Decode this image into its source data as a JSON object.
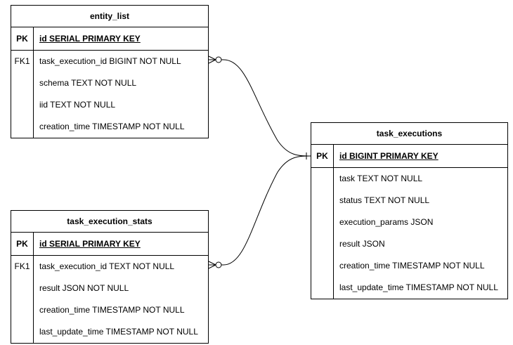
{
  "entities": {
    "entity_list": {
      "title": "entity_list",
      "pk_key": "PK",
      "pk_field": "id SERIAL PRIMARY KEY",
      "rows": [
        {
          "key": "FK1",
          "field": "task_execution_id BIGINT NOT NULL"
        },
        {
          "key": "",
          "field": "schema TEXT NOT NULL"
        },
        {
          "key": "",
          "field": "iid TEXT NOT NULL"
        },
        {
          "key": "",
          "field": "creation_time TIMESTAMP NOT NULL"
        }
      ]
    },
    "task_execution_stats": {
      "title": "task_execution_stats",
      "pk_key": "PK",
      "pk_field": "id SERIAL PRIMARY KEY",
      "rows": [
        {
          "key": "FK1",
          "field": "task_execution_id TEXT NOT NULL"
        },
        {
          "key": "",
          "field": "result JSON NOT NULL"
        },
        {
          "key": "",
          "field": "creation_time TIMESTAMP NOT NULL"
        },
        {
          "key": "",
          "field": "last_update_time TIMESTAMP NOT NULL"
        }
      ]
    },
    "task_executions": {
      "title": "task_executions",
      "pk_key": "PK",
      "pk_field": "id BIGINT PRIMARY KEY",
      "rows": [
        {
          "key": "",
          "field": "task TEXT NOT NULL"
        },
        {
          "key": "",
          "field": "status TEXT NOT NULL"
        },
        {
          "key": "",
          "field": "execution_params JSON"
        },
        {
          "key": "",
          "field": "result JSON"
        },
        {
          "key": "",
          "field": "creation_time TIMESTAMP NOT NULL"
        },
        {
          "key": "",
          "field": "last_update_time TIMESTAMP NOT NULL"
        }
      ]
    }
  },
  "relationships": [
    {
      "from": "entity_list",
      "to": "task_executions",
      "from_cardinality": "zero-or-many",
      "to_cardinality": "one"
    },
    {
      "from": "task_execution_stats",
      "to": "task_executions",
      "from_cardinality": "zero-or-many",
      "to_cardinality": "one"
    }
  ]
}
